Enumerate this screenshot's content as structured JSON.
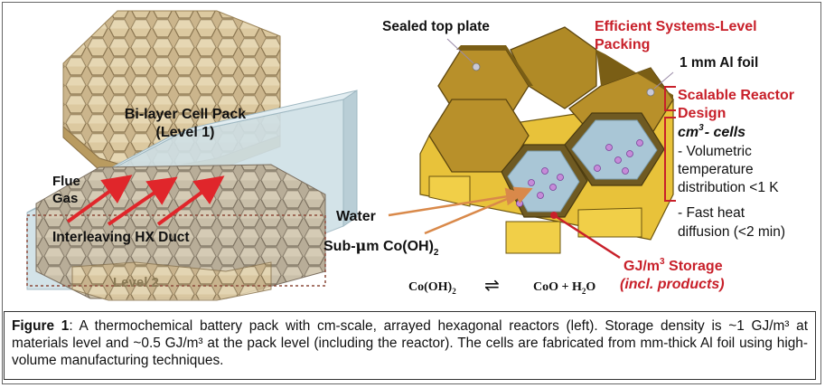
{
  "left_panel": {
    "bilayer_label_line1": "Bi-layer Cell Pack",
    "bilayer_label_line2": "(Level 1)",
    "flue_gas_line1": "Flue",
    "flue_gas_line2": "Gas",
    "hx_duct_label": "Interleaving HX Duct",
    "level2_label": "Level 2"
  },
  "right_panel": {
    "sealed_top_plate": "Sealed top plate",
    "efficient_line1": "Efficient Systems-Level",
    "efficient_line2": "Packing",
    "al_foil": "1 mm Al foil",
    "scalable_line1": "Scalable Reactor",
    "scalable_line2": "Design",
    "cm3_cells_prefix": "cm",
    "cm3_cells_sup": "3",
    "cm3_cells_suffix": "- cells",
    "bullet1_line1": "- Volumetric",
    "bullet1_line2": "temperature",
    "bullet1_line3": "distribution <1 K",
    "bullet2_line1": "- Fast heat",
    "bullet2_line2": "diffusion (<2 min)",
    "water_label": "Water",
    "sub_um_prefix": "Sub-",
    "sub_um_mu": "μ",
    "sub_um_suffix": "m Co(OH)",
    "sub_um_sub": "2",
    "gj_prefix": "GJ/m",
    "gj_sup": "3",
    "gj_suffix": " Storage",
    "incl_products": "(incl. products)",
    "reaction_left": "Co(OH)",
    "reaction_left_sub": "2",
    "reaction_arrow": "⇌",
    "reaction_right_a": "CoO + H",
    "reaction_right_sub": "2",
    "reaction_right_b": "O"
  },
  "caption": {
    "label": "Figure 1",
    "text": ": A thermochemical battery pack with cm-scale, arrayed hexagonal reactors (left). Storage density is ~1 GJ/m³ at materials level and ~0.5 GJ/m³ at the pack level (including the reactor). The cells are fabricated from mm-thick Al foil using high-volume manufacturing techniques."
  },
  "colors": {
    "gold": "#c9a12a",
    "gold_dark": "#8c6c12",
    "tan": "#d8c39a",
    "accent_red": "#c8202a",
    "duct_blue": "#cfe0e6",
    "water_blue": "#a9c6d6",
    "particle": "#c58bd8"
  }
}
